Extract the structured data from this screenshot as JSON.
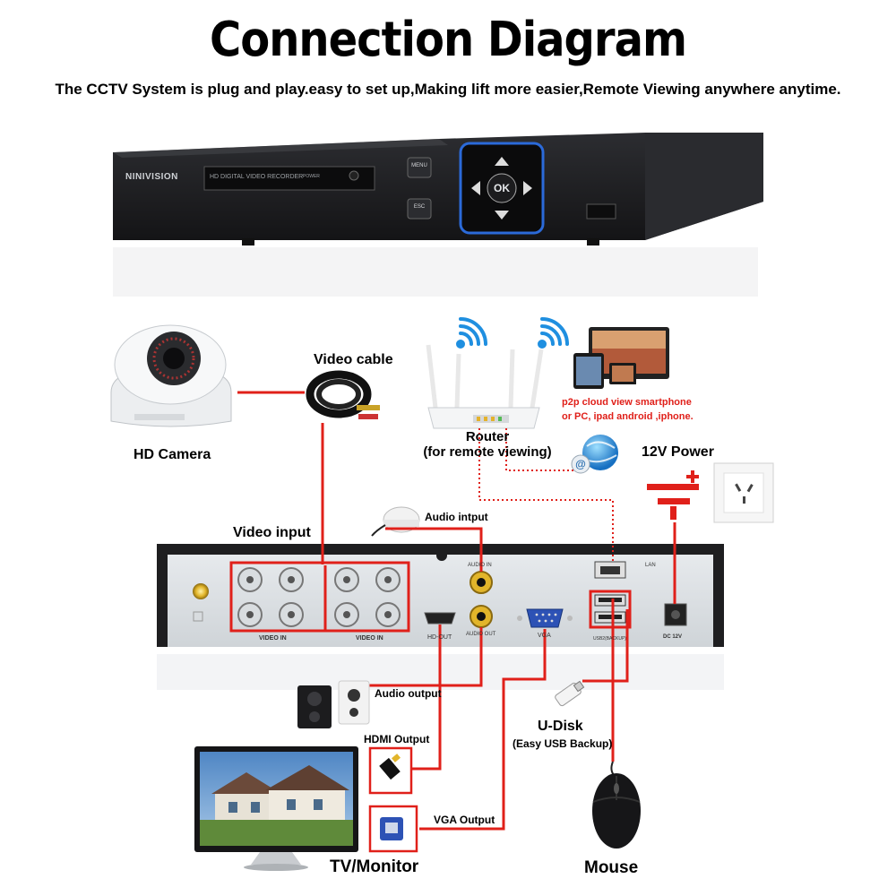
{
  "header": {
    "title": "Connection Diagram",
    "subtitle": "The CCTV System is plug and play.easy to set up,Making lift more easier,Remote Viewing anywhere anytime."
  },
  "dvr_front": {
    "brand": "NINIVISION",
    "panel_text": "HD DIGITAL VIDEO RECORDER",
    "power_text": "POWER",
    "menu_label": "MENU",
    "esc_label": "ESC",
    "ok_label": "OK"
  },
  "labels": {
    "video_cable": "Video cable",
    "hd_camera": "HD Camera",
    "router_line1": "Router",
    "router_line2": "(for remote viewing)",
    "p2p_line1": "p2p cloud  view smartphone",
    "p2p_line2": "or PC, ipad android ,iphone.",
    "power_12v": "12V Power",
    "audio_input": "Audio intput",
    "video_input": "Video input",
    "audio_output": "Audio output",
    "hdmi_output": "HDMI Output",
    "udisk": "U-Disk",
    "udisk_sub": "(Easy USB Backup)",
    "vga_output": "VGA Output",
    "tv_monitor": "TV/Monitor",
    "mouse": "Mouse"
  },
  "dvr_rear": {
    "video_in_a": "VIDEO IN",
    "video_in_b": "VIDEO IN",
    "audio_in": "AUDIO IN",
    "audio_out": "AUDIO OUT",
    "hdmi_out": "HD-OUT",
    "vga": "VGA",
    "lan": "LAN",
    "usb": "USB2(BACKUP)",
    "dc": "DC 12V"
  },
  "colors": {
    "accent": "#e0201a",
    "dvr_body": "#1e1e20",
    "wifi": "#1f8fe0"
  }
}
